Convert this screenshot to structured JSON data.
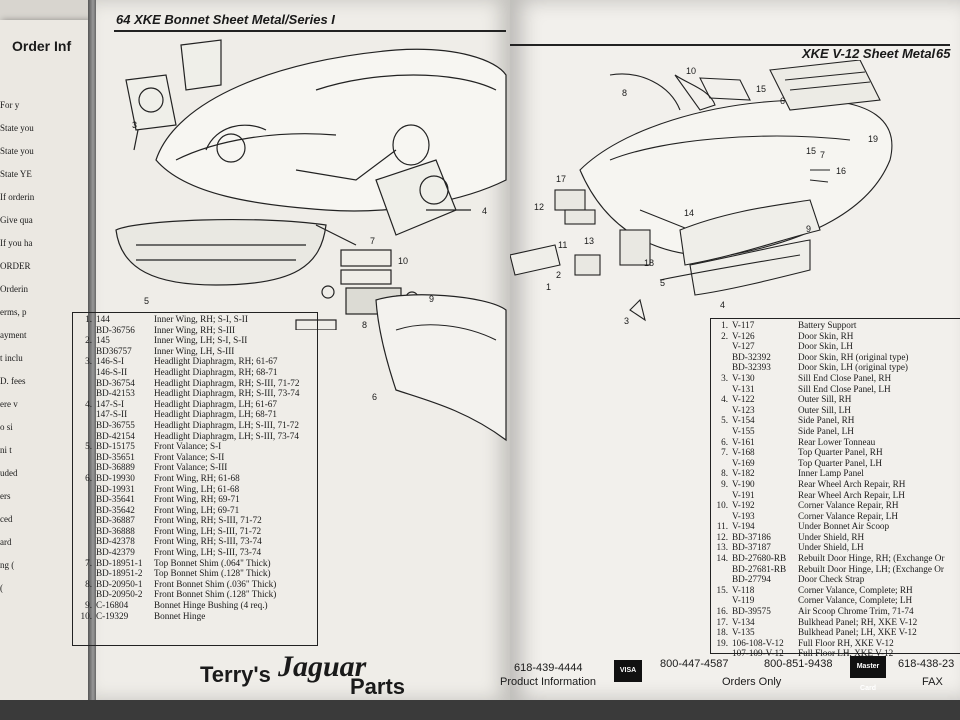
{
  "underlying_page": {
    "title": "Order Inf",
    "lines": [
      "For y",
      "State you",
      "State you",
      "State YE",
      "If orderin",
      "Give qua",
      "If you ha",
      "ORDER",
      "Orderin",
      "erms, p",
      "ayment",
      "t inclu",
      "D. fees",
      "ere v",
      "o si",
      "ni t",
      "uded",
      "ers",
      "ced",
      "ard",
      "ng (",
      "("
    ]
  },
  "left_page": {
    "header": "64  XKE  Bonnet Sheet Metal/Series I",
    "diagram_callouts": [
      "3",
      "4",
      "7",
      "10",
      "9",
      "8",
      "5",
      "6"
    ],
    "parts": [
      {
        "idx": "1.",
        "part": "144",
        "desc": "Inner Wing, RH; S-I, S-II"
      },
      {
        "idx": "",
        "part": "BD-36756",
        "desc": "Inner Wing, RH; S-III"
      },
      {
        "idx": "2.",
        "part": "145",
        "desc": "Inner Wing, LH; S-I, S-II"
      },
      {
        "idx": "",
        "part": "BD36757",
        "desc": "Inner Wing, LH, S-III"
      },
      {
        "idx": "3.",
        "part": "146-S-I",
        "desc": "Headlight Diaphragm, RH; 61-67"
      },
      {
        "idx": "",
        "part": "146-S-II",
        "desc": "Headlight Diaphragm, RH; 68-71"
      },
      {
        "idx": "",
        "part": "BD-36754",
        "desc": "Headlight Diaphragm, RH; S-III, 71-72"
      },
      {
        "idx": "",
        "part": "BD-42153",
        "desc": "Headlight Diaphragm, RH; S-III, 73-74"
      },
      {
        "idx": "4.",
        "part": "147-S-I",
        "desc": "Headlight Diaphragm, LH; 61-67"
      },
      {
        "idx": "",
        "part": "147-S-II",
        "desc": "Headlight Diaphragm, LH; 68-71"
      },
      {
        "idx": "",
        "part": "BD-36755",
        "desc": "Headlight Diaphragm, LH; S-III, 71-72"
      },
      {
        "idx": "",
        "part": "BD-42154",
        "desc": "Headlight Diaphragm, LH; S-III, 73-74"
      },
      {
        "idx": "5.",
        "part": "BD-15175",
        "desc": "Front Valance; S-I"
      },
      {
        "idx": "",
        "part": "BD-35651",
        "desc": "Front Valance; S-II"
      },
      {
        "idx": "",
        "part": "BD-36889",
        "desc": "Front Valance; S-III"
      },
      {
        "idx": "6.",
        "part": "BD-19930",
        "desc": "Front Wing, RH; 61-68"
      },
      {
        "idx": "",
        "part": "BD-19931",
        "desc": "Front Wing, LH; 61-68"
      },
      {
        "idx": "",
        "part": "BD-35641",
        "desc": "Front Wing, RH; 69-71"
      },
      {
        "idx": "",
        "part": "BD-35642",
        "desc": "Front Wing, LH; 69-71"
      },
      {
        "idx": "",
        "part": "BD-36887",
        "desc": "Front Wing, RH; S-III, 71-72"
      },
      {
        "idx": "",
        "part": "BD-36888",
        "desc": "Front Wing, LH; S-III, 71-72"
      },
      {
        "idx": "",
        "part": "BD-42378",
        "desc": "Front Wing, RH; S-III, 73-74"
      },
      {
        "idx": "",
        "part": "BD-42379",
        "desc": "Front Wing, LH; S-III, 73-74"
      },
      {
        "idx": "7.",
        "part": "BD-18951-1",
        "desc": "Top Bonnet Shim (.064\" Thick)"
      },
      {
        "idx": "",
        "part": "BD-18951-2",
        "desc": "Top Bonnet Shim (.128\" Thick)"
      },
      {
        "idx": "8.",
        "part": "BD-20950-1",
        "desc": "Front Bonnet Shim (.036\" Thick)"
      },
      {
        "idx": "",
        "part": "BD-20950-2",
        "desc": "Front Bonnet Shim (.128\" Thick)"
      },
      {
        "idx": "9.",
        "part": "C-16804",
        "desc": "Bonnet Hinge Bushing (4 req.)"
      },
      {
        "idx": "10.",
        "part": "C-19329",
        "desc": "Bonnet Hinge"
      }
    ]
  },
  "right_page": {
    "header": "XKE V-12 Sheet Metal",
    "page_number": "65",
    "diagram_callouts": [
      "8",
      "10",
      "15",
      "6",
      "19",
      "15",
      "7",
      "16",
      "17",
      "12",
      "14",
      "11",
      "13",
      "18",
      "1",
      "2",
      "9",
      "5",
      "3",
      "4"
    ],
    "parts": [
      {
        "idx": "1.",
        "part": "V-117",
        "desc": "Battery Support"
      },
      {
        "idx": "2.",
        "part": "V-126",
        "desc": "Door Skin, RH"
      },
      {
        "idx": "",
        "part": "V-127",
        "desc": "Door Skin, LH"
      },
      {
        "idx": "",
        "part": "BD-32392",
        "desc": "Door Skin, RH (original type)"
      },
      {
        "idx": "",
        "part": "BD-32393",
        "desc": "Door Skin, LH (original type)"
      },
      {
        "idx": "3.",
        "part": "V-130",
        "desc": "Sill End Close Panel, RH"
      },
      {
        "idx": "",
        "part": "V-131",
        "desc": "Sill End Close Panel, LH"
      },
      {
        "idx": "4.",
        "part": "V-122",
        "desc": "Outer Sill, RH"
      },
      {
        "idx": "",
        "part": "V-123",
        "desc": "Outer Sill, LH"
      },
      {
        "idx": "5.",
        "part": "V-154",
        "desc": "Side Panel, RH"
      },
      {
        "idx": "",
        "part": "V-155",
        "desc": "Side Panel, LH"
      },
      {
        "idx": "6.",
        "part": "V-161",
        "desc": "Rear Lower Tonneau"
      },
      {
        "idx": "7.",
        "part": "V-168",
        "desc": "Top Quarter Panel, RH"
      },
      {
        "idx": "",
        "part": "V-169",
        "desc": "Top Quarter Panel, LH"
      },
      {
        "idx": "8.",
        "part": "V-182",
        "desc": "Inner Lamp Panel"
      },
      {
        "idx": "9.",
        "part": "V-190",
        "desc": "Rear Wheel Arch Repair, RH"
      },
      {
        "idx": "",
        "part": "V-191",
        "desc": "Rear Wheel Arch Repair, LH"
      },
      {
        "idx": "10.",
        "part": "V-192",
        "desc": "Corner Valance Repair, RH"
      },
      {
        "idx": "",
        "part": "V-193",
        "desc": "Corner Valance Repair, LH"
      },
      {
        "idx": "11.",
        "part": "V-194",
        "desc": "Under Bonnet Air Scoop"
      },
      {
        "idx": "12.",
        "part": "BD-37186",
        "desc": "Under Shield, RH"
      },
      {
        "idx": "13.",
        "part": "BD-37187",
        "desc": "Under Shield, LH"
      },
      {
        "idx": "14.",
        "part": "BD-27680-RB",
        "desc": "Rebuilt Door Hinge, RH; (Exchange Or"
      },
      {
        "idx": "",
        "part": "BD-27681-RB",
        "desc": "Rebuilt Door Hinge, LH; (Exchange Or"
      },
      {
        "idx": "",
        "part": "BD-27794",
        "desc": "Door Check Strap"
      },
      {
        "idx": "15.",
        "part": "V-118",
        "desc": "Corner Valance, Complete; RH"
      },
      {
        "idx": "",
        "part": "V-119",
        "desc": "Corner Valance, Complete; LH"
      },
      {
        "idx": "16.",
        "part": "BD-39575",
        "desc": "Air Scoop Chrome Trim, 71-74"
      },
      {
        "idx": "17.",
        "part": "V-134",
        "desc": "Bulkhead Panel; RH, XKE V-12"
      },
      {
        "idx": "18.",
        "part": "V-135",
        "desc": "Bulkhead Panel; LH, XKE V-12"
      },
      {
        "idx": "19.",
        "part": "106-108-V-12",
        "desc": "Full Floor RH, XKE V-12"
      },
      {
        "idx": "",
        "part": "107-109-V-12",
        "desc": "Full Floor LH, XKE V-12"
      }
    ]
  },
  "footer": {
    "brand_left": "Terry's",
    "brand_script": "Jaguar",
    "brand_right": "Parts",
    "phone_info": "618-439-4444",
    "label_info": "Product Information",
    "visa": "VISA",
    "phone_orders_1": "800-447-4587",
    "phone_orders_2": "800-851-9438",
    "label_orders": "Orders Only",
    "mastercard": "Master Card",
    "phone_fax": "618-438-23",
    "label_fax": "FAX"
  }
}
